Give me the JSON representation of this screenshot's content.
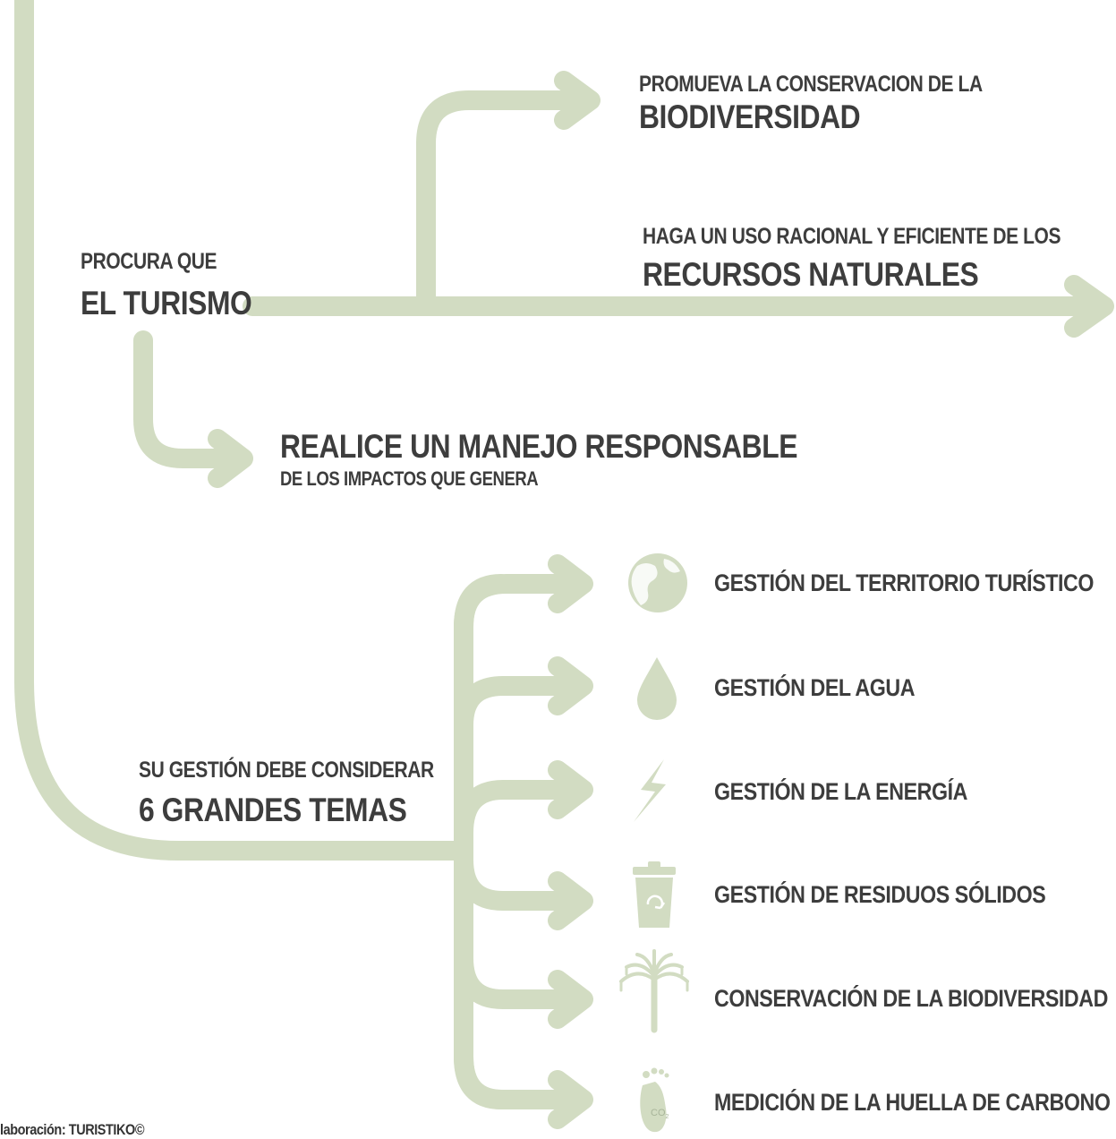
{
  "colors": {
    "line": "#d2dcc2",
    "text": "#3d3d3d",
    "icon": "#d2dcc2"
  },
  "branch_biodiversidad": {
    "line1": "PROMUEVA LA CONSERVACION DE LA",
    "line2": "BIODIVERSIDAD"
  },
  "branch_recursos": {
    "line1": "HAGA UN USO RACIONAL Y EFICIENTE DE LOS",
    "line2": "RECURSOS NATURALES"
  },
  "el_turismo": {
    "line1": "PROCURA QUE",
    "line2": "EL TURISMO"
  },
  "branch_manejo": {
    "line1": "REALICE UN MANEJO RESPONSABLE",
    "line2": "DE LOS IMPACTOS QUE GENERA"
  },
  "gestion": {
    "line1": "SU GESTIÓN DEBE CONSIDERAR",
    "line2": "6 GRANDES TEMAS"
  },
  "topics": [
    {
      "label": "GESTIÓN DEL TERRITORIO TURÍSTICO",
      "icon": "globe-icon"
    },
    {
      "label": "GESTIÓN DEL AGUA",
      "icon": "water-drop-icon"
    },
    {
      "label": "GESTIÓN DE LA ENERGÍA",
      "icon": "lightning-icon"
    },
    {
      "label": "GESTIÓN DE RESIDUOS SÓLIDOS",
      "icon": "recycle-bin-icon"
    },
    {
      "label": "CONSERVACIÓN DE LA BIODIVERSIDAD",
      "icon": "araucaria-tree-icon"
    },
    {
      "label": "MEDICIÓN DE LA HUELLA DE CARBONO",
      "icon": "carbon-footprint-icon",
      "icon_text": "CO",
      "icon_sub": "2"
    }
  ],
  "footer": {
    "credit": "laboración: TURISTIKO©"
  }
}
